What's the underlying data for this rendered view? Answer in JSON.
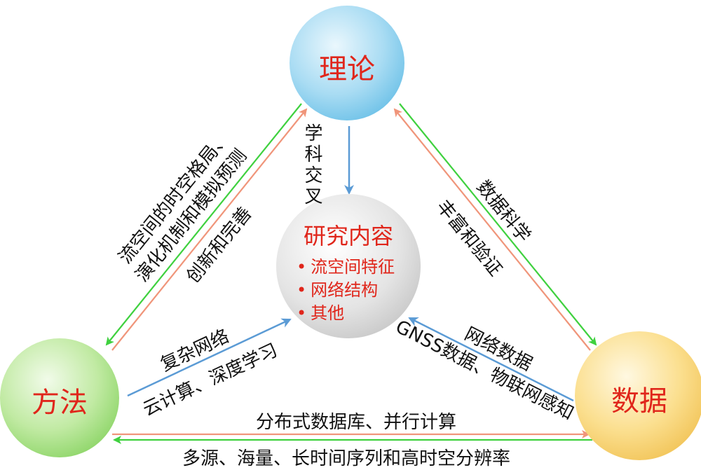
{
  "nodes": {
    "theory": "理论",
    "method": "方法",
    "data": "数据",
    "research": "研究内容"
  },
  "research_items": [
    "流空间特征",
    "网络结构",
    "其他"
  ],
  "edges": {
    "theory_to_method_outer_line1": "流空间的时空格局、",
    "theory_to_method_outer_line2": "演化机制和模拟预测",
    "method_to_theory_inner": "创新和完善",
    "theory_to_research": "学科交叉",
    "theory_to_data_outer": "数据科学",
    "data_to_theory_inner": "丰富和验证",
    "method_to_research_line1": "复杂网络",
    "method_to_research_line2": "云计算、深度学习",
    "data_to_research_line1": "网络数据",
    "data_to_research_line2": "GNSS数据、物联网感知",
    "method_to_data": "分布式数据库、并行计算",
    "data_to_method": "多源、海量、长时间序列和高时空分辨率"
  },
  "colors": {
    "green_arrow": "#3fd13f",
    "salmon_arrow": "#f0957a",
    "blue_arrow": "#5b9bd5",
    "label_red": "#e0261b"
  }
}
